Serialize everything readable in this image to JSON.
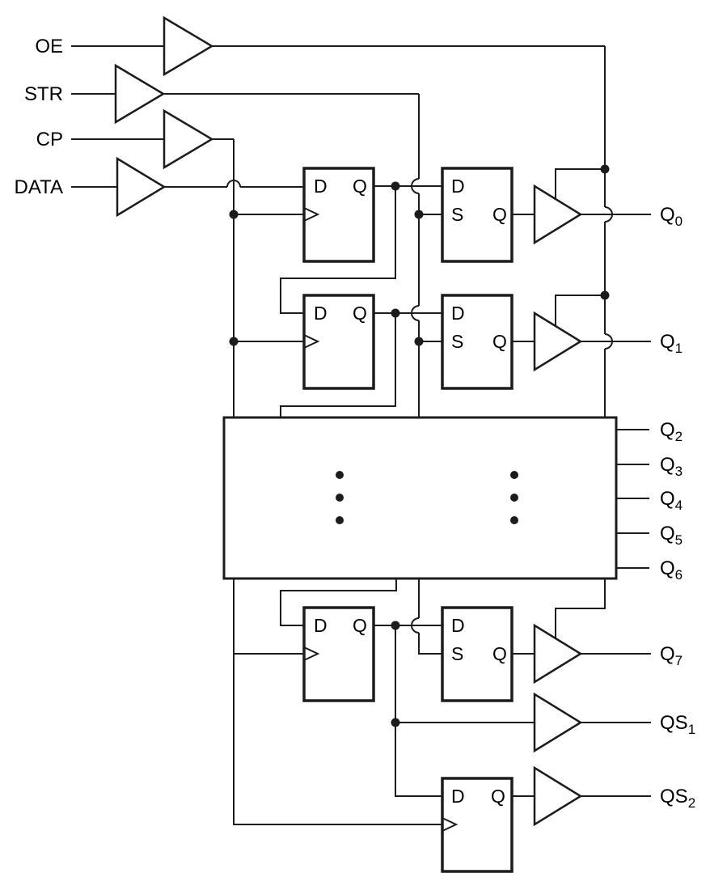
{
  "diagram": {
    "type": "logic-circuit",
    "description": "8-bit shift-and-store register logic diagram with repeated middle stages",
    "inputs": [
      {
        "label": "OE"
      },
      {
        "label": "STR"
      },
      {
        "label": "CP"
      },
      {
        "label": "DATA"
      }
    ],
    "outputs": [
      {
        "base": "Q",
        "sub": "0"
      },
      {
        "base": "Q",
        "sub": "1"
      },
      {
        "base": "Q",
        "sub": "2"
      },
      {
        "base": "Q",
        "sub": "3"
      },
      {
        "base": "Q",
        "sub": "4"
      },
      {
        "base": "Q",
        "sub": "5"
      },
      {
        "base": "Q",
        "sub": "6"
      },
      {
        "base": "Q",
        "sub": "7"
      },
      {
        "base": "QS",
        "sub": "1"
      },
      {
        "base": "QS",
        "sub": "2"
      }
    ],
    "pins": {
      "d": "D",
      "q": "Q",
      "s": "S"
    },
    "colors": {
      "line": "#1c1c1c",
      "background": "#ffffff",
      "text": "#000000"
    }
  }
}
